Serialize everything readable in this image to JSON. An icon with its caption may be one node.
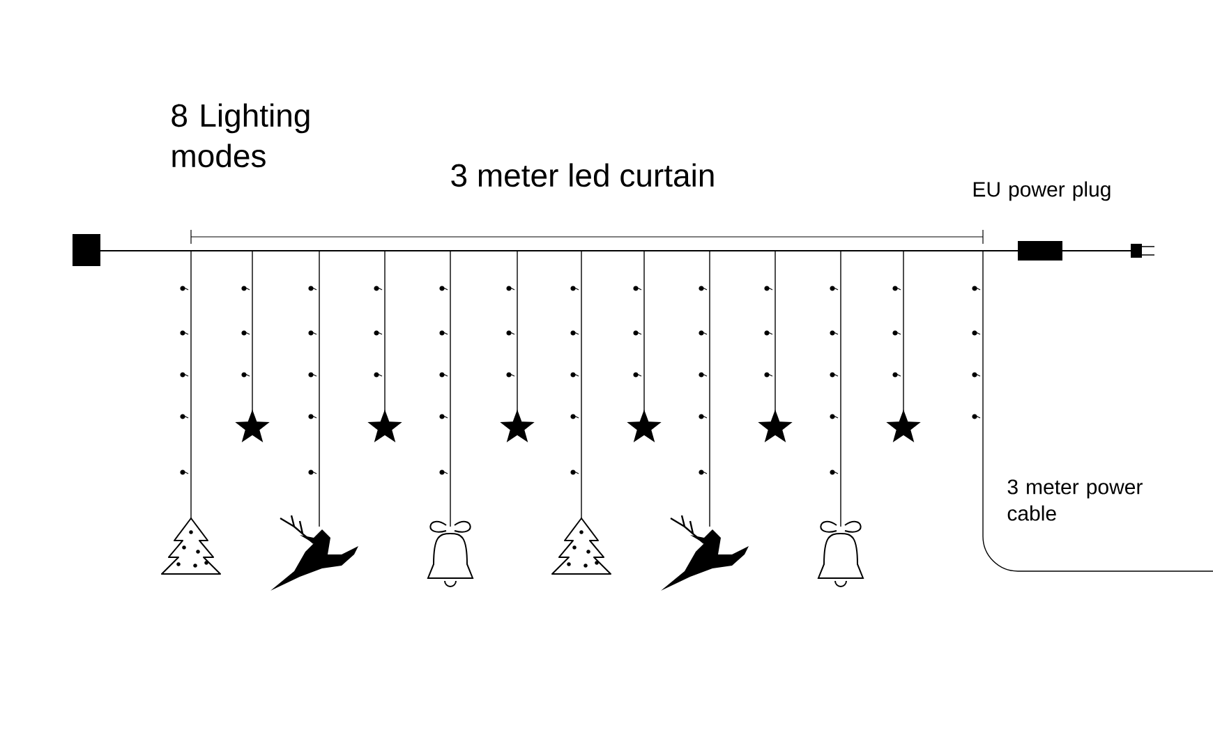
{
  "diagram": {
    "labels": [
      "8 Lighting modes",
      "3 meter led curtain",
      "EU power plug",
      "3 meter power cable"
    ]
  }
}
